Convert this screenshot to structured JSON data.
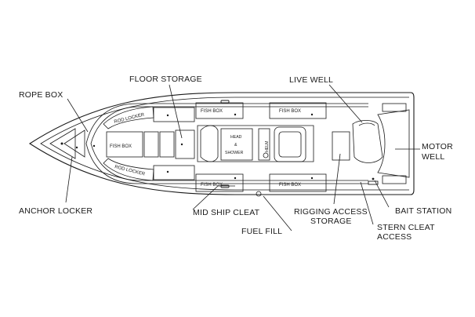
{
  "labels": {
    "floor_storage": "FLOOR STORAGE",
    "rope_box": "ROPE BOX",
    "live_well": "LIVE WELL",
    "motor_well_1": "MOTOR",
    "motor_well_2": "WELL",
    "anchor_locker": "ANCHOR LOCKER",
    "mid_ship_cleat": "MID SHIP CLEAT",
    "rigging_1": "RIGGING ACCESS",
    "rigging_2": "STORAGE",
    "bait_station": "BAIT STATION",
    "fuel_fill": "FUEL FILL",
    "stern_cleat_1": "STERN CLEAT",
    "stern_cleat_2": "ACCESS"
  },
  "inner_labels": {
    "fish_box_top_fwd": "FISH BOX",
    "fish_box_top_aft": "FISH BOX",
    "fish_box_bottom_fwd": "FISH BOX",
    "fish_box_bottom_aft": "FISH BOX",
    "fish_box_bow": "FISH BOX",
    "rod_locker_top": "ROD LOCKER",
    "rod_locker_bottom": "ROD LOCKER",
    "head_1": "HEAD",
    "head_2": "&",
    "head_3": "SHOWER",
    "helm": "HELM"
  }
}
